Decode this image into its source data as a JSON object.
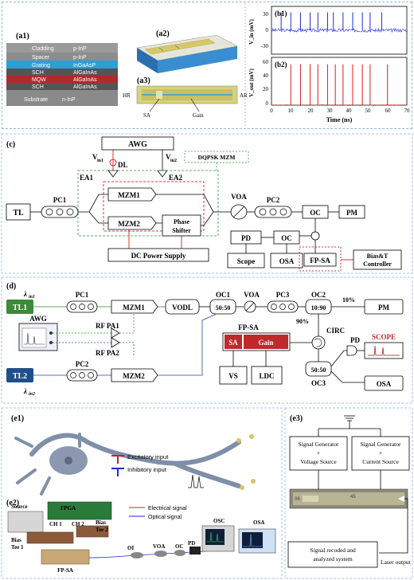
{
  "panel_a": {
    "a1_label": "(a1)",
    "a2_label": "(a2)",
    "a3_label": "(a3)",
    "layers": [
      {
        "name": "Cladding",
        "material": "p-InP",
        "color": "#9a9a9a"
      },
      {
        "name": "Spacer",
        "material": "p-InP",
        "color": "#8c8c8c"
      },
      {
        "name": "Grating",
        "material": "InGaAsP",
        "color": "#2a9fd8"
      },
      {
        "name": "SCH",
        "material": "AlGaInAs",
        "color": "#555555"
      },
      {
        "name": "MQW",
        "material": "AlGaInAs",
        "color": "#c0392b"
      },
      {
        "name": "SCH",
        "material": "AlGaInAs",
        "color": "#555555"
      },
      {
        "name": "Substrate",
        "material": "n-InP",
        "color": "#8a8a8a"
      }
    ],
    "hr": "HR",
    "ar": "AR",
    "sa": "SA",
    "gain": "Gain"
  },
  "panel_b": {
    "b1_label": "(b1)",
    "b2_label": "(b2)",
    "b1_ylabel": "V_in (mV)",
    "b2_ylabel": "V_out (mV)",
    "xlabel": "Time (ns)",
    "b1_yticks": [
      "30",
      "0",
      "-30"
    ],
    "b2_yticks": [
      "60",
      "40",
      "20",
      "0"
    ],
    "xticks": [
      "0",
      "10",
      "20",
      "30",
      "40",
      "50",
      "60",
      "70"
    ],
    "b1_color": "#1f2bd6",
    "b2_color": "#d62020"
  },
  "chart_data": [
    {
      "type": "line",
      "title": "(b1)",
      "ylabel": "V_in (mV)",
      "xlabel": "Time (ns)",
      "xlim": [
        0,
        70
      ],
      "ylim": [
        -40,
        40
      ],
      "spikes_x": [
        5,
        10,
        15,
        20,
        24,
        29,
        32,
        37,
        42,
        47,
        51,
        57
      ],
      "spike_height": 30,
      "baseline": 0
    },
    {
      "type": "line",
      "title": "(b2)",
      "ylabel": "V_out (mV)",
      "xlabel": "Time (ns)",
      "xlim": [
        0,
        70
      ],
      "ylim": [
        0,
        70
      ],
      "spikes_x": [
        10,
        15,
        20,
        24,
        29,
        33,
        37,
        42,
        47,
        51,
        60
      ],
      "spike_height": 60,
      "baseline": 0
    }
  ],
  "panel_c": {
    "label": "(c)",
    "awg": "AWG",
    "vin1": "V",
    "vin1_sub": "in1",
    "vin2": "V",
    "vin2_sub": "in2",
    "dl": "DL",
    "ea1": "EA1",
    "ea2": "EA2",
    "dqpsk": "DQPSK MZM",
    "tl": "TL",
    "pc1": "PC1",
    "mzm1": "MZM1",
    "mzm2": "MZM2",
    "phase1": "Phase",
    "phase2": "Shifter",
    "dc": "DC Power Supply",
    "voa": "VOA",
    "pc2": "PC2",
    "oc": "OC",
    "pm": "PM",
    "pd": "PD",
    "oc2": "OC",
    "scope": "Scope",
    "osa": "OSA",
    "fpsa": "FP-SA",
    "bias1": "Bias&T",
    "bias2": "Controller"
  },
  "panel_d": {
    "label": "(d)",
    "tl1": "TL1",
    "tl2": "TL2",
    "lam1": "λ",
    "lam1_sub": "in1",
    "lam2": "λ",
    "lam2_sub": "in2",
    "pc1": "PC1",
    "pc2": "PC2",
    "mzm1": "MZM1",
    "mzm2": "MZM2",
    "vodl": "VODL",
    "awg": "AWG",
    "rfpa1": "RF PA1",
    "rfpa2": "RF PA2",
    "oc1_top": "OC1",
    "oc1": "50:50",
    "voa": "VOA",
    "pc3": "PC3",
    "oc2_top": "OC2",
    "oc2": "10:90",
    "pct10": "10%",
    "pct90": "90%",
    "pm": "PM",
    "fpsa": "FP-SA",
    "sa": "SA",
    "gain": "Gain",
    "circ": "CIRC",
    "pd": "PD",
    "scope": "SCOPE",
    "oc3": "50:50",
    "oc3_bottom": "OC3",
    "osa": "OSA",
    "vs": "VS",
    "ldc": "LDC"
  },
  "panel_e": {
    "e1_label": "(e1)",
    "excitatory": "Excitatory input",
    "inhibitory": "Inhibitory input",
    "e2_label": "(e2)",
    "source": "Source",
    "fpga": "FPGA",
    "ch1": "CH 1",
    "ch2": "CH 2",
    "bias_tee1a": "Bias",
    "bias_tee1b": "Tee 1",
    "bias_tee2a": "Bias",
    "bias_tee2b": "Tee 2",
    "fpsa": "FP-SA",
    "elec": "Electrical signal",
    "opt": "Optical signal",
    "oi": "OI",
    "voa": "VOA",
    "oc": "OC",
    "pd": "PD",
    "osc": "OSC",
    "osa": "OSA",
    "e3_label": "(e3)",
    "sg1a": "Signal Generator",
    "sg1b": "+",
    "sg1c": "Voltage Source",
    "sg2a": "Signal Generator",
    "sg2b": "+",
    "sg2c": "Current Source",
    "chip_left": "06",
    "chip_mid": "45",
    "rec1": "Signal recoded and",
    "rec2": "analyzed system",
    "laser_out": "Laser output"
  }
}
